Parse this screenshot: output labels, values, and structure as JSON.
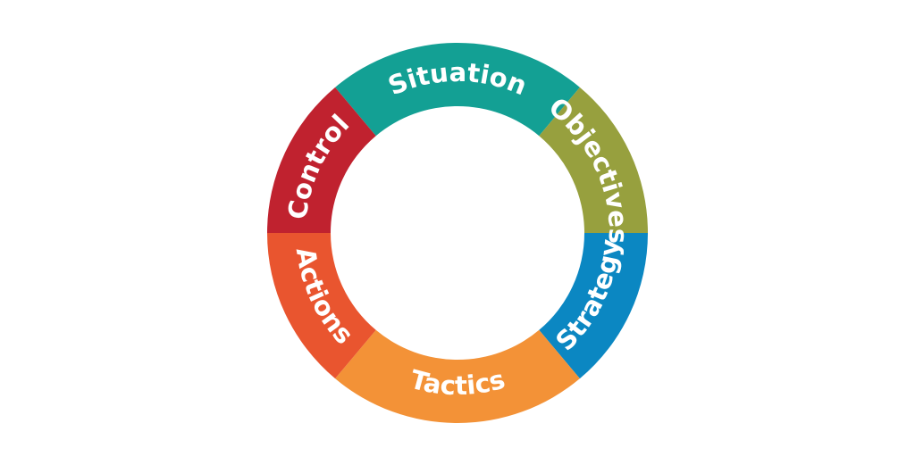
{
  "diagram": {
    "type": "circular-cycle",
    "segments": [
      {
        "label": "Situation",
        "color": "#13A094"
      },
      {
        "label": "Objectives",
        "color": "#97A03E"
      },
      {
        "label": "Strategy",
        "color": "#0B87C2"
      },
      {
        "label": "Tactics",
        "color": "#F39237"
      },
      {
        "label": "Actions",
        "color": "#E9552F"
      },
      {
        "label": "Control",
        "color": "#C0222F"
      }
    ],
    "background": "#FFFFFF"
  }
}
